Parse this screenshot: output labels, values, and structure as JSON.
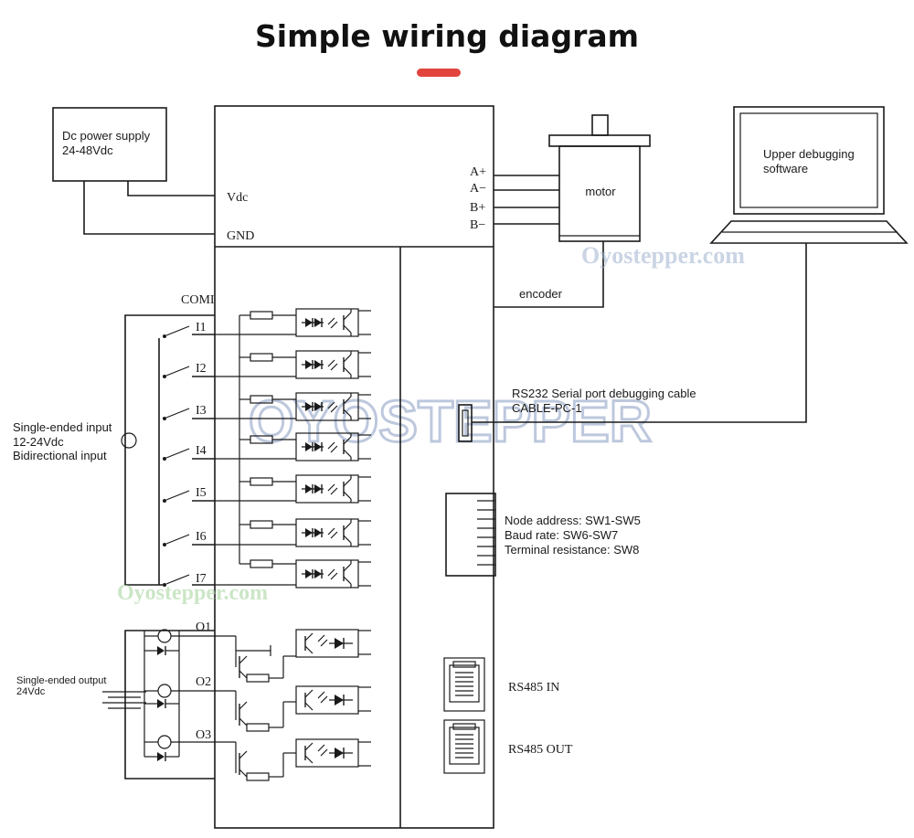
{
  "title": "Simple wiring diagram",
  "accent_color": "#e0443c",
  "power_supply": {
    "line1": "Dc power supply",
    "line2": "24-48Vdc"
  },
  "driver_pins": {
    "vdc": "Vdc",
    "gnd": "GND",
    "comi": "COMI"
  },
  "motor": {
    "label": "motor",
    "pins": [
      "A+",
      "A−",
      "B+",
      "B−"
    ]
  },
  "encoder_label": "encoder",
  "pc": {
    "line1": "Upper debugging",
    "line2": "software"
  },
  "serial": {
    "line1": "RS232 Serial port debugging cable",
    "line2": "CABLE-PC-1"
  },
  "dip_switch": {
    "line1": "Node address: SW1-SW5",
    "line2": "Baud rate: SW6-SW7",
    "line3": "Terminal resistance: SW8"
  },
  "rs485": {
    "in": "RS485  IN",
    "out": "RS485  OUT"
  },
  "inputs": {
    "line1": "Single-ended input",
    "line2": "12-24Vdc",
    "line3": "Bidirectional input",
    "labels": [
      "I1",
      "I2",
      "I3",
      "I4",
      "I5",
      "I6",
      "I7"
    ]
  },
  "outputs": {
    "line1": "Single-ended output",
    "line2": "24Vdc",
    "labels": [
      "O1",
      "O2",
      "O3"
    ]
  },
  "watermarks": {
    "top": "Oyostepper.com",
    "bottom": "Oyostepper.com",
    "center": "OYOSTEPPER"
  }
}
